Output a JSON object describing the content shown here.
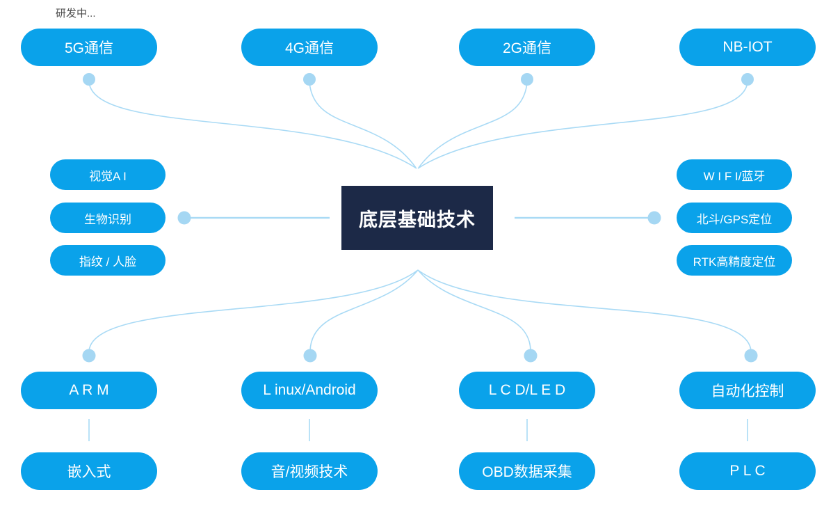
{
  "colors": {
    "pill_blue": "#0aa2ea",
    "center_navy": "#1c2947",
    "connector_blue": "#a9daf5",
    "dot_blue": "#a5d7f3",
    "label_gray": "#4a4a4a",
    "pill_text": "#ffffff"
  },
  "header": {
    "status_label": "研发中..."
  },
  "center_node": {
    "label": "底层基础技术"
  },
  "top_nodes": [
    {
      "label": "5G通信"
    },
    {
      "label": "4G通信"
    },
    {
      "label": "2G通信"
    },
    {
      "label": "NB-IOT"
    }
  ],
  "left_nodes": [
    {
      "label": "视觉A I"
    },
    {
      "label": "生物识别"
    },
    {
      "label": "指纹 / 人脸"
    }
  ],
  "right_nodes": [
    {
      "label": "W I F I/蓝牙"
    },
    {
      "label": "北斗/GPS定位"
    },
    {
      "label": "RTK高精度定位"
    }
  ],
  "bottom_groups": [
    {
      "primary": {
        "label": "A R M"
      },
      "secondary": {
        "label": "嵌入式"
      }
    },
    {
      "primary": {
        "label": "L inux/Android"
      },
      "secondary": {
        "label": "音/视频技术"
      }
    },
    {
      "primary": {
        "label": "L C D/L E D"
      },
      "secondary": {
        "label": "OBD数据采集"
      }
    },
    {
      "primary": {
        "label": "自动化控制"
      },
      "secondary": {
        "label": "P L C"
      }
    }
  ]
}
